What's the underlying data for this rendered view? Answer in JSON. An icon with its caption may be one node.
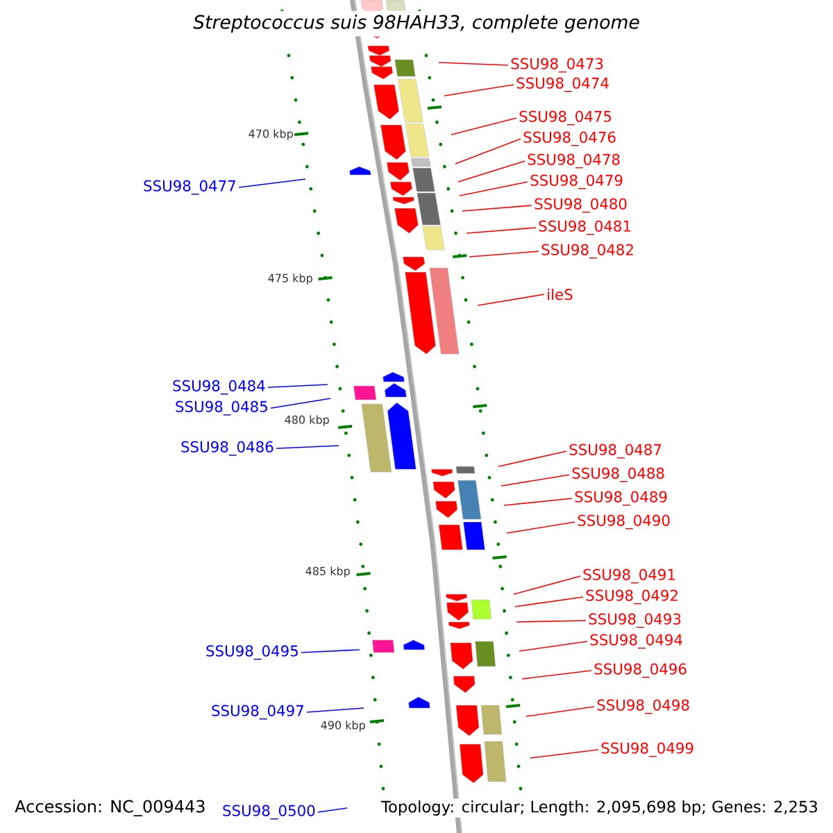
{
  "diagram": {
    "title": "Streptococcus suis 98HAH33, complete genome",
    "nodes": [
      {
        "text": [
          "SSU98_0473"
        ]
      },
      {
        "text": [
          "SSU98_0474"
        ]
      },
      {
        "text": [
          "SSU98_0475"
        ]
      },
      {
        "text": [
          "SSU98_0476"
        ]
      },
      {
        "text": [
          "SSU98_0478"
        ]
      },
      {
        "text": [
          "SSU98_0479"
        ]
      },
      {
        "text": [
          "SSU98_0480"
        ]
      },
      {
        "text": [
          "SSU98_0481"
        ]
      },
      {
        "text": [
          "SSU98_0482"
        ]
      },
      {
        "text": [
          "ileS"
        ]
      },
      {
        "text": [
          "SSU98_0487"
        ]
      },
      {
        "text": [
          "SSU98_0488"
        ]
      },
      {
        "text": [
          "SSU98_0489"
        ]
      },
      {
        "text": [
          "SSU98_0490"
        ]
      },
      {
        "text": [
          "SSU98_0491"
        ]
      },
      {
        "text": [
          "SSU98_0492"
        ]
      },
      {
        "text": [
          "SSU98_0493"
        ]
      },
      {
        "text": [
          "SSU98_0494"
        ]
      },
      {
        "text": [
          "SSU98_0496"
        ]
      },
      {
        "text": [
          "SSU98_0498"
        ]
      },
      {
        "text": [
          "SSU98_0499"
        ]
      },
      {
        "text": [
          "SSU98_0477"
        ]
      },
      {
        "text": [
          "SSU98_0484"
        ]
      },
      {
        "text": [
          "SSU98_0485"
        ]
      },
      {
        "text": [
          "SSU98_0486"
        ]
      },
      {
        "text": [
          "SSU98_0495"
        ]
      },
      {
        "text": [
          "SSU98_0497"
        ]
      },
      {
        "text": [
          "SSU98_0500"
        ]
      }
    ],
    "edges": [
      {
        "from": 0,
        "to": null,
        "arrow": "none"
      },
      {
        "from": 1,
        "to": null,
        "arrow": "none"
      },
      {
        "from": 2,
        "to": null,
        "arrow": "none"
      },
      {
        "from": 3,
        "to": null,
        "arrow": "none"
      },
      {
        "from": 4,
        "to": null,
        "arrow": "none"
      },
      {
        "from": 5,
        "to": null,
        "arrow": "none"
      },
      {
        "from": 6,
        "to": null,
        "arrow": "none"
      },
      {
        "from": 7,
        "to": null,
        "arrow": "none"
      },
      {
        "from": 8,
        "to": null,
        "arrow": "none"
      },
      {
        "from": 9,
        "to": null,
        "arrow": "none"
      },
      {
        "from": 10,
        "to": null,
        "arrow": "none"
      },
      {
        "from": 11,
        "to": null,
        "arrow": "none"
      },
      {
        "from": 12,
        "to": null,
        "arrow": "none"
      },
      {
        "from": 13,
        "to": null,
        "arrow": "none"
      },
      {
        "from": 14,
        "to": null,
        "arrow": "none"
      },
      {
        "from": 15,
        "to": null,
        "arrow": "none"
      },
      {
        "from": 16,
        "to": null,
        "arrow": "none"
      },
      {
        "from": 17,
        "to": null,
        "arrow": "none"
      },
      {
        "from": 18,
        "to": null,
        "arrow": "none"
      },
      {
        "from": 19,
        "to": null,
        "arrow": "none"
      },
      {
        "from": 20,
        "to": null,
        "arrow": "none"
      },
      {
        "from": 21,
        "to": null,
        "arrow": "none",
        "color": "#0000ff"
      },
      {
        "from": 22,
        "to": null,
        "arrow": "none",
        "color": "#0000ff"
      },
      {
        "from": 23,
        "to": null,
        "arrow": "none",
        "color": "#0000ff"
      },
      {
        "from": 24,
        "to": null,
        "arrow": "none",
        "color": "#0000ff"
      },
      {
        "from": 25,
        "to": null,
        "arrow": "none",
        "color": "#0000ff"
      },
      {
        "from": 26,
        "to": null,
        "arrow": "none",
        "color": "#0000ff"
      },
      {
        "from": 27,
        "to": null,
        "arrow": "none",
        "color": "#0000ff"
      }
    ],
    "labels": [
      "470 kbp",
      "475 kbp",
      "480 kbp",
      "485 kbp",
      "490 kbp",
      "Accession: NC_009443",
      "Topology: circular; Length: 2,095,698 bp; Genes: 2,253"
    ]
  }
}
